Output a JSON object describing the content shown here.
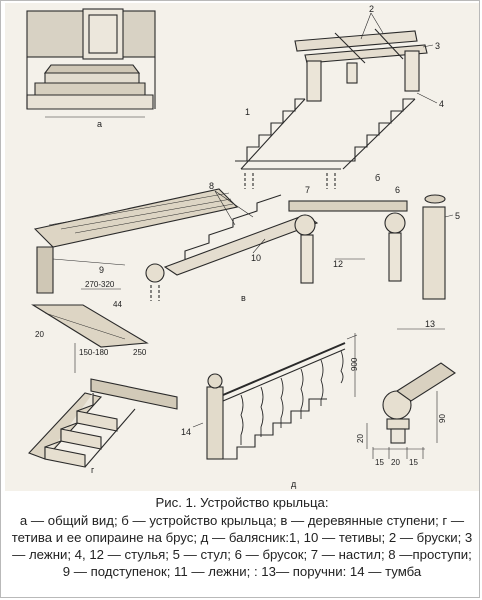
{
  "figure": {
    "panel_letters": [
      "а",
      "б",
      "в",
      "г",
      "д"
    ],
    "callouts": [
      "1",
      "2",
      "3",
      "4",
      "5",
      "6",
      "7",
      "8",
      "9",
      "10",
      "12",
      "13",
      "14"
    ],
    "dims": {
      "tread": "270-320",
      "riser": "150-180",
      "d20": "20",
      "d44": "44",
      "d250": "250",
      "h900": "900",
      "h20": "20",
      "w90": "90",
      "w15a": "15",
      "w20": "20",
      "w15b": "15"
    }
  },
  "caption": {
    "title": "Рис. 1. Устройство крыльца:",
    "body": "а — общий вид; б — устройство крыльца; в — деревянные ступени; г — тетива и ее опираине на брус; д — балясник:1, 10 — тетивы; 2 — бруски; 3 — лежни; 4, 12 — стулья; 5 — стул; 6 — брусок; 7 — настил; 8 —проступи; 9 — подступенок; 11 — лежни; : 13— поручни: 14 — тумба"
  },
  "colors": {
    "ink": "#2a2a2a",
    "paper": "#f4f1ea"
  }
}
